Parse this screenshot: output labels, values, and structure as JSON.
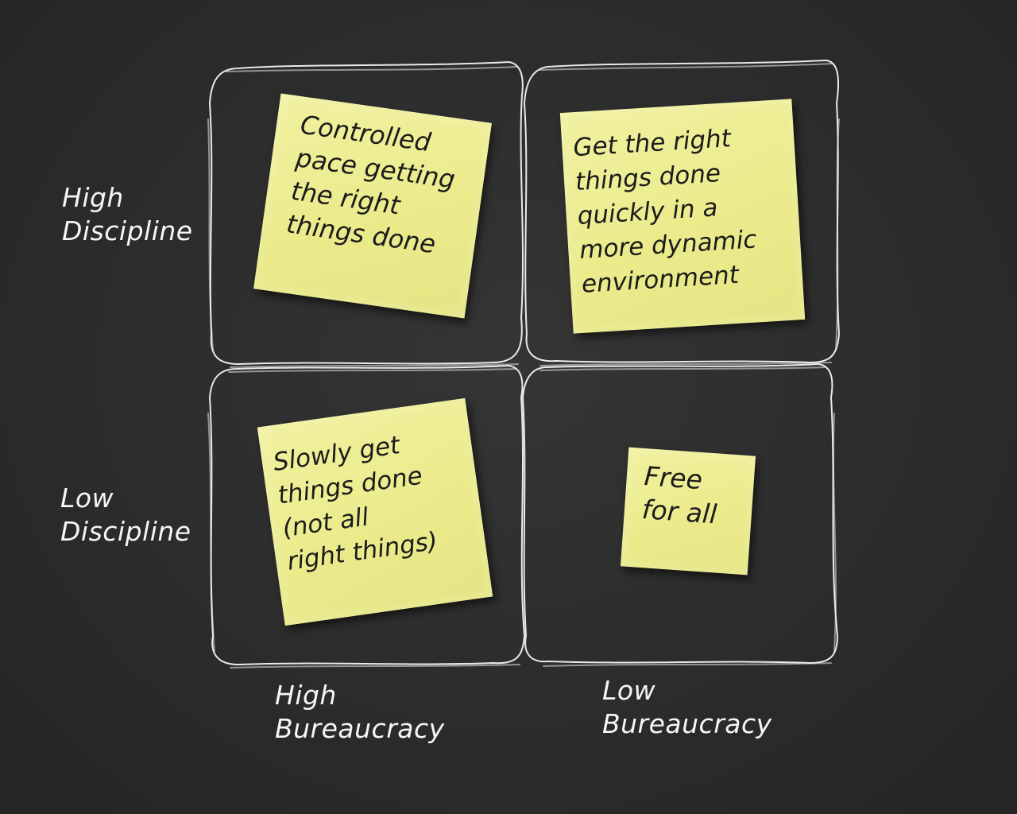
{
  "row_labels": {
    "high_discipline": [
      "High",
      "Discipline"
    ],
    "low_discipline": [
      "Low",
      "Discipline"
    ]
  },
  "column_labels": {
    "high_bureaucracy": [
      "High",
      "Bureaucracy"
    ],
    "low_bureaucracy": [
      "Low",
      "Bureaucracy"
    ]
  },
  "notes": {
    "high_discipline_high_bureaucracy": [
      "Controlled",
      "pace getting",
      "the right",
      "things done"
    ],
    "high_discipline_low_bureaucracy": [
      "Get the right",
      "things done",
      "quickly in a",
      "more dynamic",
      "environment"
    ],
    "low_discipline_high_bureaucracy": [
      "Slowly get",
      "things done",
      "(not all",
      "right things)"
    ],
    "low_discipline_low_bureaucracy": [
      "Free",
      "for all"
    ]
  },
  "colors": {
    "background": "#2e2e2e",
    "chalk": "#f4f4f4",
    "sticky_note": "#eded90"
  }
}
